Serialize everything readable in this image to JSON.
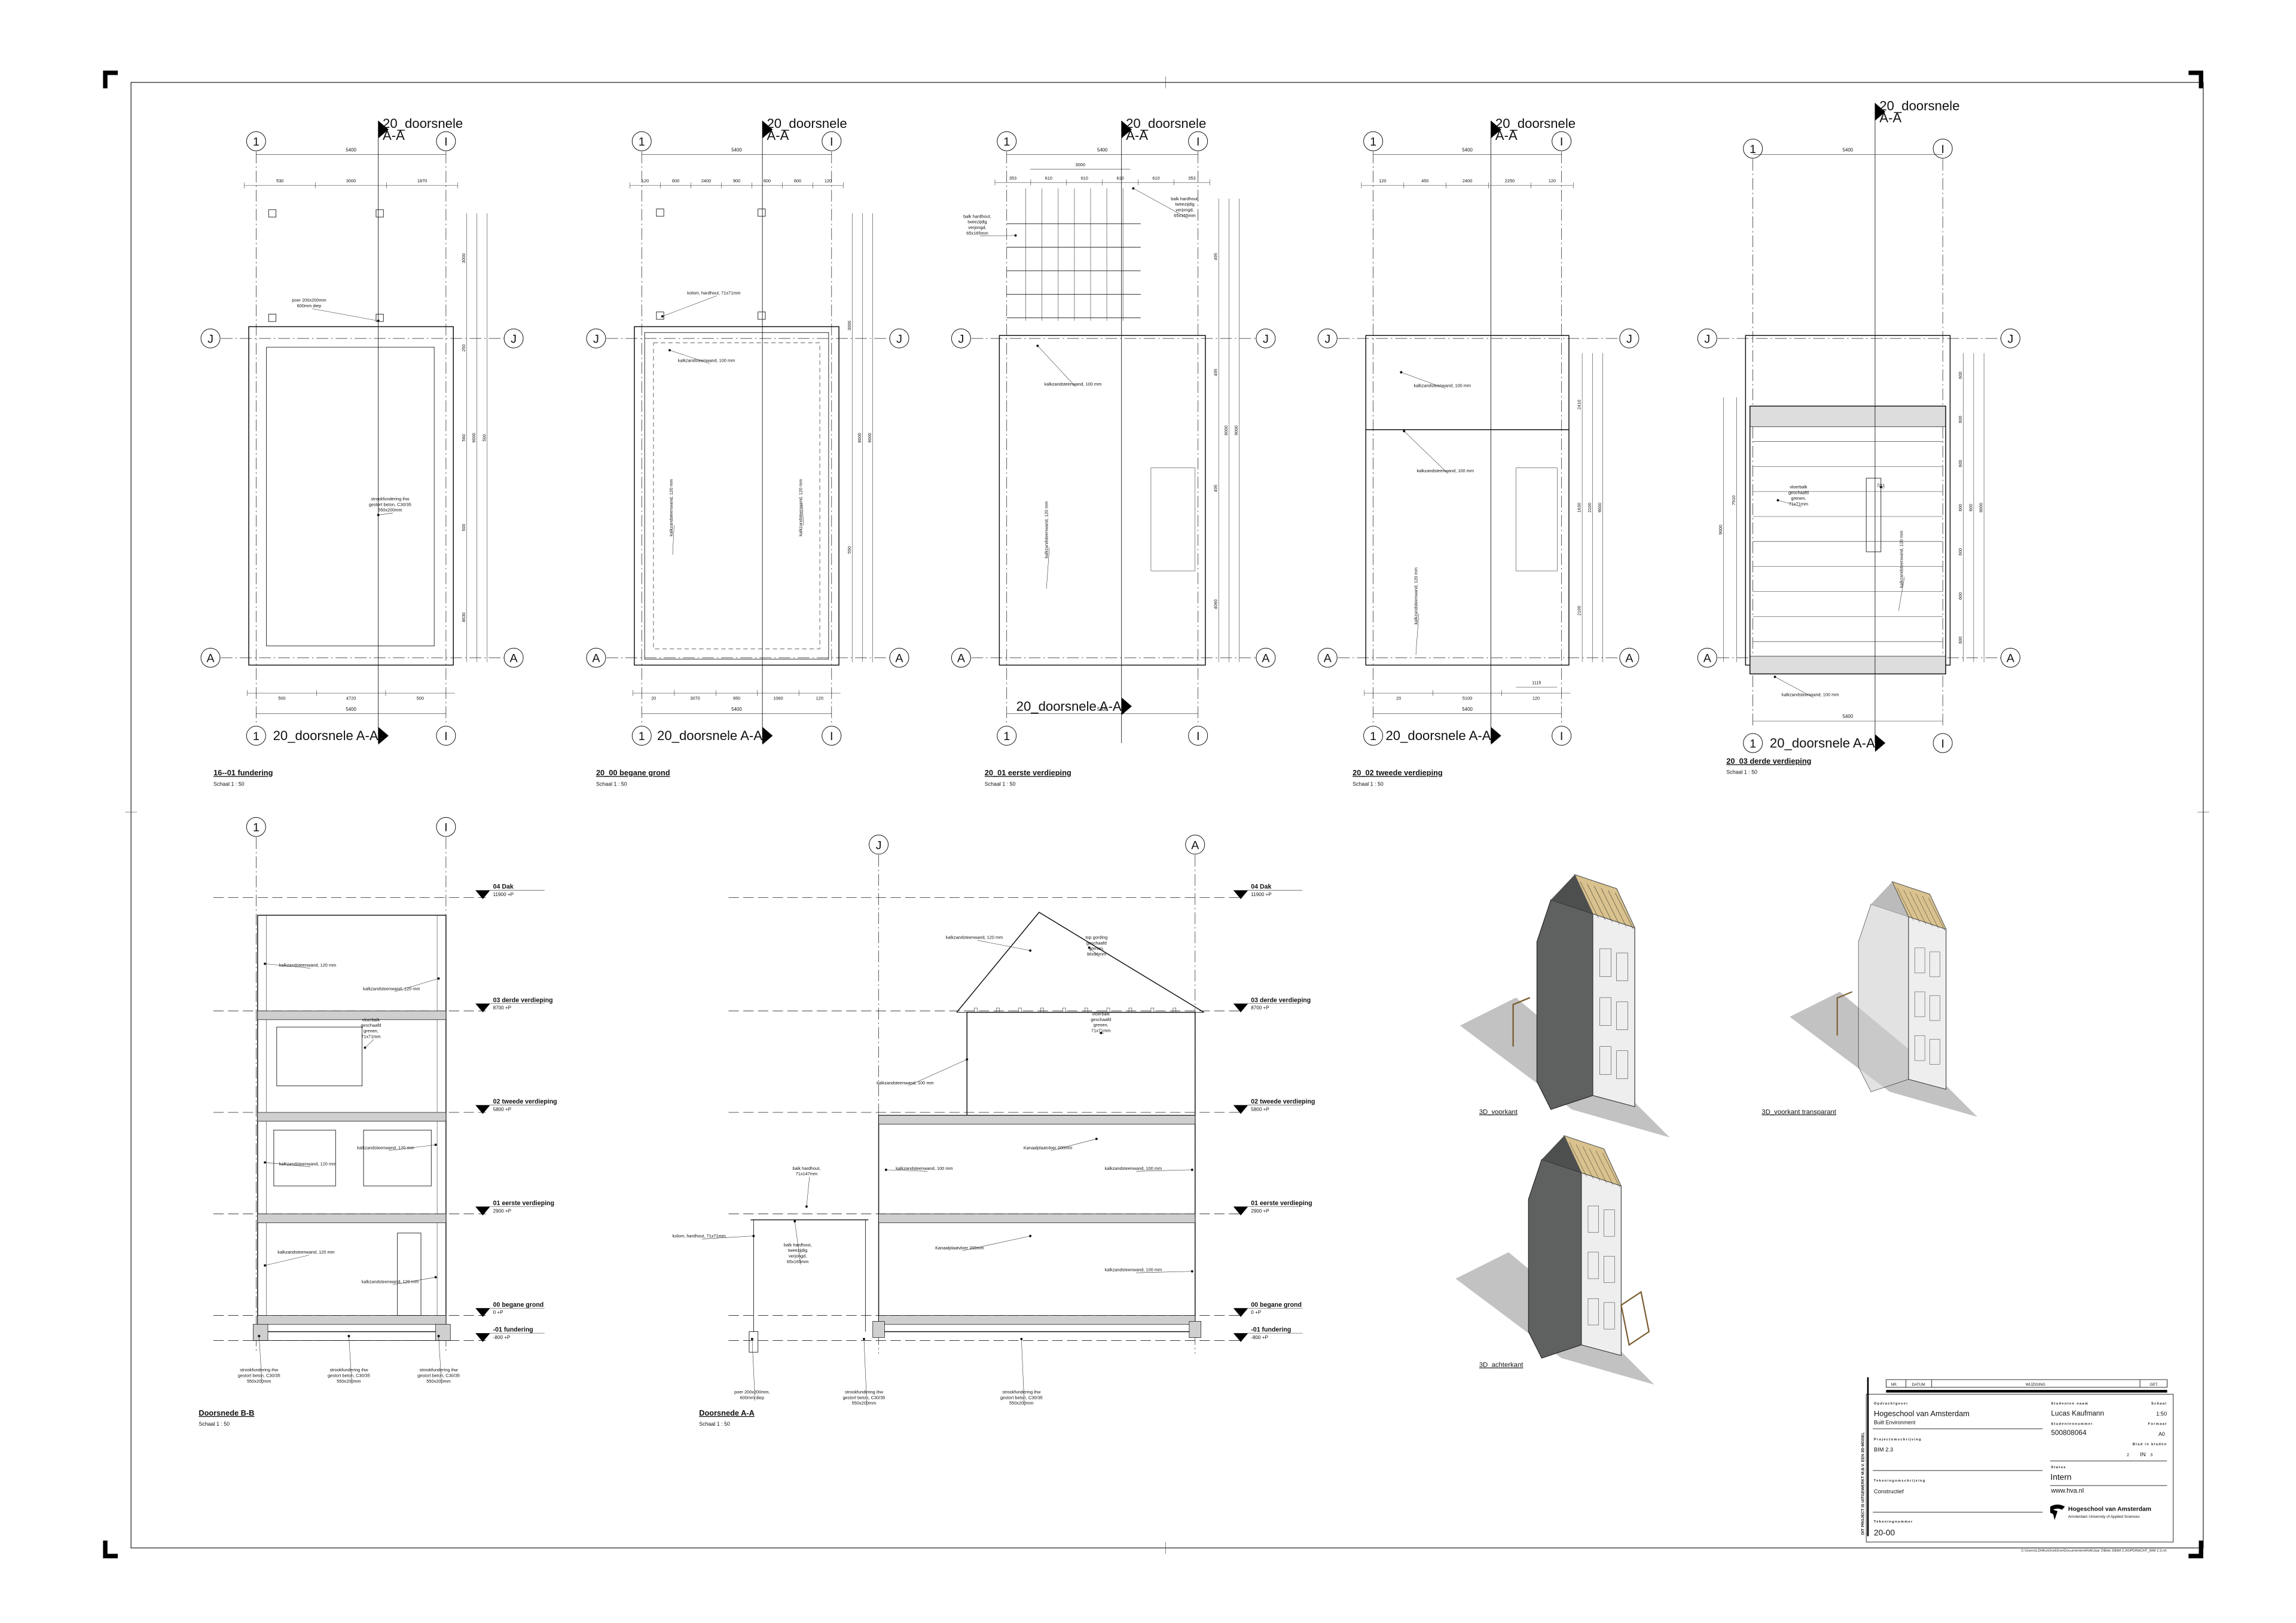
{
  "sheet": {
    "cut_label_line1": "20_doorsnele",
    "cut_label_line2": "A-A",
    "cut_label_full": "20_doorsnele A-A",
    "grid_left": "1",
    "grid_right": "I",
    "grid_top": "J",
    "grid_bottom": "A",
    "overall_width": "5400"
  },
  "plans": [
    {
      "title": "16--01 fundering",
      "scale": "Schaal 1 : 50",
      "dims_top": [
        "530",
        "3000",
        "1870"
      ],
      "dims_bottom": [
        "500",
        "4720",
        "500"
      ],
      "dims_right": [
        "3000",
        "250",
        "560",
        "500",
        "8630",
        "9000",
        "500"
      ],
      "notes": [
        [
          "poer 200x200mm",
          "600mm diep"
        ],
        [
          "strookfundering ihw",
          "gestort beton, C30/35",
          "550x200mm"
        ]
      ]
    },
    {
      "title": "20_00 begane grond",
      "scale": "Schaal 1 : 50",
      "dims_top": [
        "120",
        "600",
        "2400",
        "900",
        "600",
        "600",
        "120"
      ],
      "dims_bottom": [
        "20",
        "3070",
        "950",
        "1060",
        "120"
      ],
      "dims_right": [
        "3000",
        "550",
        "8000",
        "9000"
      ],
      "notes": [
        [
          "kolom, hardhout, 71x71mm"
        ],
        [
          "kalkzandsteenwand, 100 mm"
        ],
        [
          "kalkzandsteenwand, 120 mm"
        ],
        [
          "kalkzandsteenwand, 120 mm"
        ]
      ]
    },
    {
      "title": "20_01 eerste verdieping",
      "scale": "Schaal 1 : 50",
      "dims_top": [
        "353",
        "610",
        "610",
        "610",
        "610",
        "353"
      ],
      "dims_top_upper": "3000",
      "dims_bottom": [],
      "dims_right": [
        "495",
        "495",
        "495",
        "4060",
        "6000",
        "9000"
      ],
      "notes": [
        [
          "balk hardhout,",
          "tweezijdig",
          "verjongd,",
          "65x165mm"
        ],
        [
          "kalkzandsteenwand, 100 mm"
        ],
        [
          "kalkzandsteenwand, 120 mm"
        ],
        [
          "balk hardhout,",
          "tweezijdig",
          "verjongd,",
          "65x165mm"
        ]
      ]
    },
    {
      "title": "20_02 tweede verdieping",
      "scale": "Schaal 1 : 50",
      "dims_top": [
        "120",
        "450",
        "2400",
        "2250",
        "120"
      ],
      "dims_bottom": [
        "20",
        "5100",
        "120"
      ],
      "dims_bottom_extra": "1115",
      "dims_right": [
        "2410",
        "1630",
        "2100",
        "2100",
        "9000"
      ],
      "notes": [
        [
          "kalkzandsteenwand, 100 mm"
        ],
        [
          "kalkzandsteenwand, 100 mm"
        ],
        [
          "kalkzandsteenwand, 120 mm"
        ]
      ]
    },
    {
      "title": "20_03 derde verdieping",
      "scale": "Schaal 1 : 50",
      "dims_top": [],
      "dims_bottom": [],
      "dims_right": [
        "600",
        "600",
        "600",
        "600",
        "600",
        "600",
        "600",
        "600",
        "9000"
      ],
      "dims_left": [
        "9000",
        "7910"
      ],
      "notes": [
        [
          "vloerbalk",
          "geschaafd",
          "grenen,",
          "71x71mm"
        ],
        [
          "7/11"
        ],
        [
          "kalkzandsteenwand, 120 mm"
        ],
        [
          "kalkzandsteenwand, 100 mm"
        ]
      ]
    }
  ],
  "levels": [
    {
      "name": "04 Dak",
      "elev": "11900 +P"
    },
    {
      "name": "03 derde verdieping",
      "elev": "8700 +P"
    },
    {
      "name": "02 tweede verdieping",
      "elev": "5800 +P"
    },
    {
      "name": "01 eerste verdieping",
      "elev": "2900 +P"
    },
    {
      "name": "00 begane grond",
      "elev": "0 +P"
    },
    {
      "name": "-01 fundering",
      "elev": "-800 +P"
    }
  ],
  "section_bb": {
    "title": "Doorsnede B-B",
    "scale": "Schaal 1 : 50",
    "notes": [
      [
        "kalkzandsteenwand, 120 mm"
      ],
      [
        "kalkzandsteenwand, 120 mm"
      ],
      [
        "vloerbalk",
        "geschaafd",
        "grenen,",
        "71x71mm"
      ],
      [
        "kalkzandsteenwand, 120 mm"
      ],
      [
        "kalkzandsteenwand, 120 mm"
      ],
      [
        "kalkzandsteenwand, 120 mm"
      ],
      [
        "kalkzandsteenwand, 120 mm"
      ]
    ],
    "foundation_notes": [
      [
        "strookfundering ihw",
        "gestort beton, C30/35",
        "550x200mm"
      ],
      [
        "strookfundering ihw",
        "gestort beton, C30/35",
        "550x200mm"
      ],
      [
        "strookfundering ihw",
        "gestort beton, C30/35",
        "550x200mm"
      ]
    ]
  },
  "section_aa": {
    "title": "Doorsnede A-A",
    "scale": "Schaal 1 : 50",
    "notes": [
      [
        "kalkzandsteenwand, 120 mm"
      ],
      [
        "top gording",
        "geschaafd",
        "grenen,",
        "96x96mm"
      ],
      [
        "vloerbalk",
        "geschaafd",
        "grenen,",
        "71x71mm"
      ],
      [
        "kalkzandsteenwand, 100 mm"
      ],
      [
        "Kanaalplaatvloer 200mm"
      ],
      [
        "kalkzandsteenwand, 100 mm"
      ],
      [
        "kalkzandsteenwand, 100 mm"
      ],
      [
        "balk hardhout,",
        "71x147mm"
      ],
      [
        "kolom, hardhout, 71x71mm"
      ],
      [
        "balk hardhout,",
        "tweezijdig",
        "verjongd,",
        "65x165mm"
      ],
      [
        "Kanaalplaatvloer 200mm"
      ],
      [
        "kalkzandsteenwand, 100 mm"
      ]
    ],
    "foundation_notes": [
      [
        "poer 200x200mm,",
        "600mm diep"
      ],
      [
        "strookfundering ihw",
        "gestort beton, C30/35",
        "550x200mm"
      ],
      [
        "strookfundering ihw",
        "gestort beton, C30/35",
        "550x200mm"
      ]
    ]
  },
  "views_3d": [
    {
      "caption": "3D_voorkant"
    },
    {
      "caption": "3D_voorkant transparant"
    },
    {
      "caption": "3D_achterkant"
    }
  ],
  "colors": {
    "wall_dark": "#5f6160",
    "wall_light": "#eeeeee",
    "timber": "#d9c28e",
    "shadow": "#9a9a9a"
  },
  "title_block": {
    "revision_headers": [
      "NR.",
      "DATUM",
      "WIJZIGING",
      "GET."
    ],
    "side_text": "DIT PROJECT IS UITGEWERKT M.B.V. EEN 3D-MODEL",
    "client_label": "Opdrachtgever",
    "client": "Hogeschool van Amsterdam",
    "client_sub": "Built Environment",
    "project_label": "Projectomschrijving",
    "project": "BIM 2.3",
    "drawing_desc_label": "Tekeningomschrijving",
    "drawing_desc": "Constructief",
    "drawing_no_label": "Tekeningnummer",
    "drawing_no": "20-00",
    "student_name_label": "Studenten naam",
    "student_name": "Lucas Kaufmann",
    "student_no_label": "Studentennummer",
    "student_no": "500808064",
    "scale_label": "Schaal",
    "scale": "1:50",
    "format_label": "Formaat",
    "format": "A0",
    "sheet_label": "Blad in bladen",
    "sheet_no": "2",
    "sheet_in": "IN",
    "sheet_total": "3",
    "status_label": "Status",
    "status": "Intern",
    "website": "www.hva.nl",
    "logo_name": "Hogeschool van Amsterdam",
    "logo_sub": "Amsterdam University of Applied Sciences",
    "file_path": "C:\\Users\\LDHKa\\OneDrive\\Documenten\\HVA\\Jaar 2\\Blok 3\\BIM 2.3\\OPDRACHT_BIM 2.3.rvt"
  }
}
